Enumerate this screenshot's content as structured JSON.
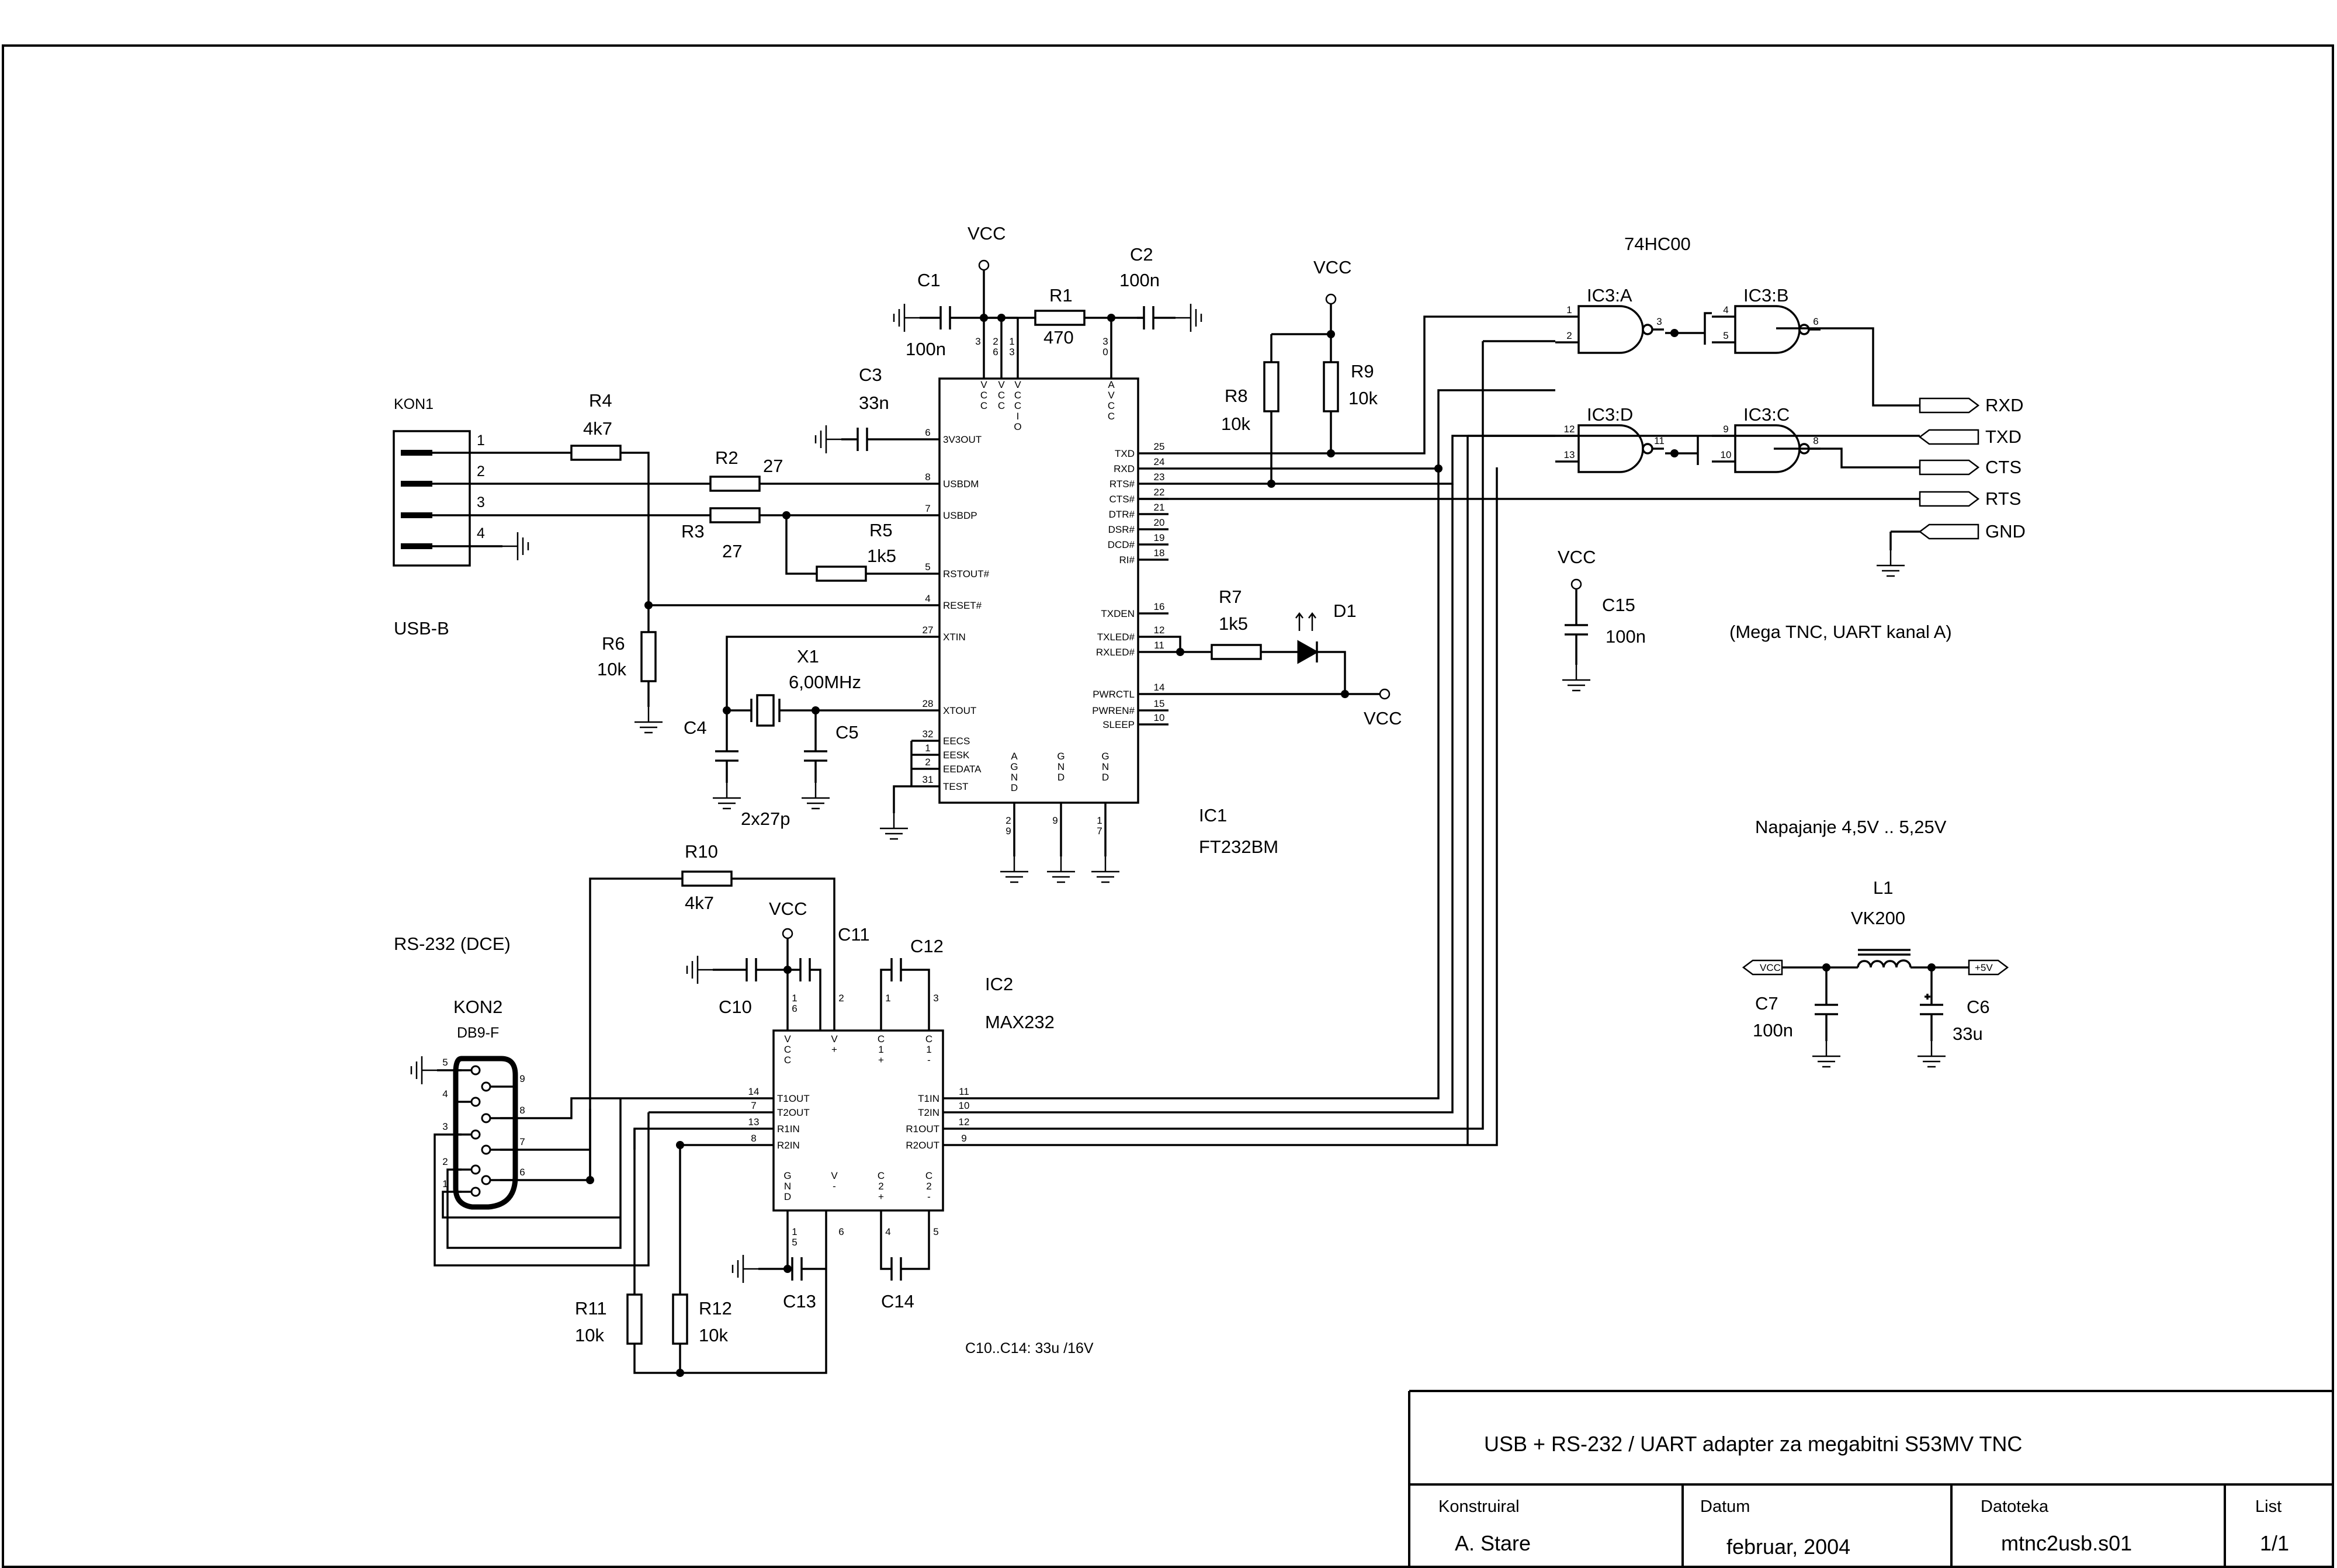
{
  "title_block": {
    "title": "USB + RS-232 / UART adapter za megabitni S53MV TNC",
    "headers": {
      "author": "Konstruiral",
      "date": "Datum",
      "file": "Datoteka",
      "sheet": "List"
    },
    "values": {
      "author": "A. Stare",
      "date": "februar, 2004",
      "file": "mtnc2usb.s01",
      "sheet": "1/1"
    }
  },
  "notes": {
    "mega_tnc": "(Mega TNC, UART kanal A)",
    "power": "Napajanje 4,5V .. 5,25V",
    "caps": "C10..C14: 33u /16V"
  },
  "connectors": {
    "kon1": {
      "ref": "KON1",
      "type": "USB-B",
      "pins": [
        "1",
        "2",
        "3",
        "4"
      ]
    },
    "kon2": {
      "ref": "KON2",
      "type": "DB9-F",
      "header": "RS-232 (DCE)",
      "pins": [
        "5",
        "4",
        "3",
        "2",
        "1",
        "9",
        "8",
        "7",
        "6"
      ]
    }
  },
  "ics": {
    "ic1": {
      "ref": "IC1",
      "part": "FT232BM",
      "top_pins": [
        "3",
        "26",
        "13",
        "30"
      ],
      "top_names": [
        "VCC",
        "VCC",
        "VCCIO",
        "AVCC"
      ],
      "left_pins": [
        {
          "num": "6",
          "name": "3V3OUT"
        },
        {
          "num": "8",
          "name": "USBDM"
        },
        {
          "num": "7",
          "name": "USBDP"
        },
        {
          "num": "5",
          "name": "RSTOUT#"
        },
        {
          "num": "4",
          "name": "RESET#"
        },
        {
          "num": "27",
          "name": "XTIN"
        },
        {
          "num": "28",
          "name": "XTOUT"
        },
        {
          "num": "32",
          "name": "EECS"
        },
        {
          "num": "1",
          "name": "EESK"
        },
        {
          "num": "2",
          "name": "EEDATA"
        },
        {
          "num": "31",
          "name": "TEST"
        }
      ],
      "right_pins": [
        {
          "num": "25",
          "name": "TXD"
        },
        {
          "num": "24",
          "name": "RXD"
        },
        {
          "num": "23",
          "name": "RTS#"
        },
        {
          "num": "22",
          "name": "CTS#"
        },
        {
          "num": "21",
          "name": "DTR#"
        },
        {
          "num": "20",
          "name": "DSR#"
        },
        {
          "num": "19",
          "name": "DCD#"
        },
        {
          "num": "18",
          "name": "RI#"
        },
        {
          "num": "16",
          "name": "TXDEN"
        },
        {
          "num": "12",
          "name": "TXLED#"
        },
        {
          "num": "11",
          "name": "RXLED#"
        },
        {
          "num": "14",
          "name": "PWRCTL"
        },
        {
          "num": "15",
          "name": "PWREN#"
        },
        {
          "num": "10",
          "name": "SLEEP"
        }
      ],
      "bottom_pins": [
        "29",
        "9",
        "17"
      ],
      "bottom_names": [
        "AGND",
        "GND",
        "GND"
      ]
    },
    "ic2": {
      "ref": "IC2",
      "part": "MAX232",
      "top_pins": [
        "16",
        "2",
        "1",
        "3"
      ],
      "top_names": [
        "VCC",
        "V+",
        "C1+",
        "C1-"
      ],
      "left_pins": [
        {
          "num": "14",
          "name": "T1OUT"
        },
        {
          "num": "7",
          "name": "T2OUT"
        },
        {
          "num": "13",
          "name": "R1IN"
        },
        {
          "num": "8",
          "name": "R2IN"
        }
      ],
      "right_pins": [
        {
          "num": "11",
          "name": "T1IN"
        },
        {
          "num": "10",
          "name": "T2IN"
        },
        {
          "num": "12",
          "name": "R1OUT"
        },
        {
          "num": "9",
          "name": "R2OUT"
        }
      ],
      "bottom_pins": [
        "15",
        "6",
        "4",
        "5"
      ],
      "bottom_names": [
        "GND",
        "V-",
        "C2+",
        "C2-"
      ]
    },
    "ic3": {
      "part": "74HC00",
      "gates": [
        {
          "ref": "IC3:A",
          "in": [
            "1",
            "2"
          ],
          "out": "3"
        },
        {
          "ref": "IC3:B",
          "in": [
            "4",
            "5"
          ],
          "out": "6"
        },
        {
          "ref": "IC3:D",
          "in": [
            "12",
            "13"
          ],
          "out": "11"
        },
        {
          "ref": "IC3:C",
          "in": [
            "9",
            "10"
          ],
          "out": "8"
        }
      ]
    }
  },
  "components": {
    "r1": {
      "ref": "R1",
      "value": "470"
    },
    "r2": {
      "ref": "R2",
      "value": "27"
    },
    "r3": {
      "ref": "R3",
      "value": "27"
    },
    "r4": {
      "ref": "R4",
      "value": "4k7"
    },
    "r5": {
      "ref": "R5",
      "value": "1k5"
    },
    "r6": {
      "ref": "R6",
      "value": "10k"
    },
    "r7": {
      "ref": "R7",
      "value": "1k5"
    },
    "r8": {
      "ref": "R8",
      "value": "10k"
    },
    "r9": {
      "ref": "R9",
      "value": "10k"
    },
    "r10": {
      "ref": "R10",
      "value": "4k7"
    },
    "r11": {
      "ref": "R11",
      "value": "10k"
    },
    "r12": {
      "ref": "R12",
      "value": "10k"
    },
    "c1": {
      "ref": "C1",
      "value": "100n"
    },
    "c2": {
      "ref": "C2",
      "value": "100n"
    },
    "c3": {
      "ref": "C3",
      "value": "33n"
    },
    "c4": {
      "ref": "C4"
    },
    "c5": {
      "ref": "C5"
    },
    "c45": {
      "value": "2x27p"
    },
    "c6": {
      "ref": "C6",
      "value": "33u"
    },
    "c7": {
      "ref": "C7",
      "value": "100n"
    },
    "c10": {
      "ref": "C10"
    },
    "c11": {
      "ref": "C11"
    },
    "c12": {
      "ref": "C12"
    },
    "c13": {
      "ref": "C13"
    },
    "c14": {
      "ref": "C14"
    },
    "c15": {
      "ref": "C15",
      "value": "100n"
    },
    "x1": {
      "ref": "X1",
      "value": "6,00MHz"
    },
    "d1": {
      "ref": "D1"
    },
    "l1": {
      "ref": "L1",
      "value": "VK200"
    }
  },
  "nets": {
    "vcc": "VCC",
    "plus5": "+5V",
    "ports": [
      "RXD",
      "TXD",
      "CTS",
      "RTS",
      "GND"
    ]
  }
}
